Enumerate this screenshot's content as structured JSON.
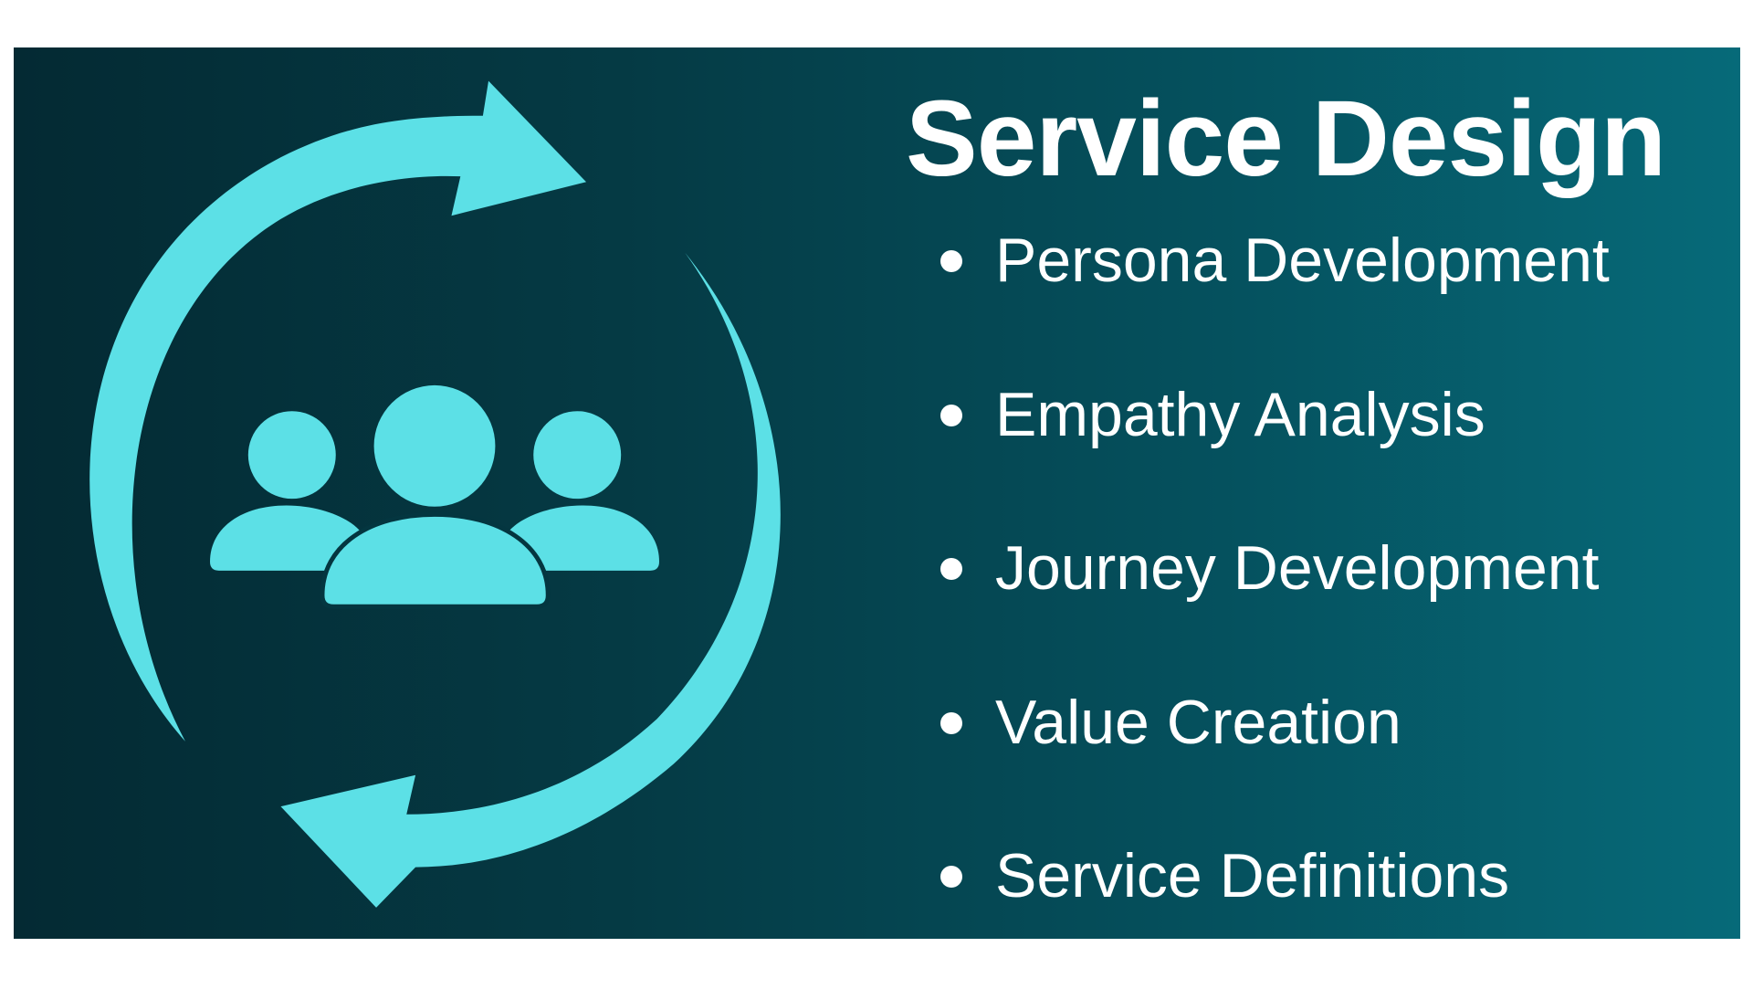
{
  "title": "Service Design",
  "items": [
    {
      "label": "Persona Development"
    },
    {
      "label": "Empathy Analysis"
    },
    {
      "label": "Journey Development"
    },
    {
      "label": "Value Creation"
    },
    {
      "label": "Service Definitions"
    }
  ],
  "colors": {
    "accent": "#5ce0e6",
    "background_dark": "#042a33",
    "background_light": "#066a79"
  }
}
